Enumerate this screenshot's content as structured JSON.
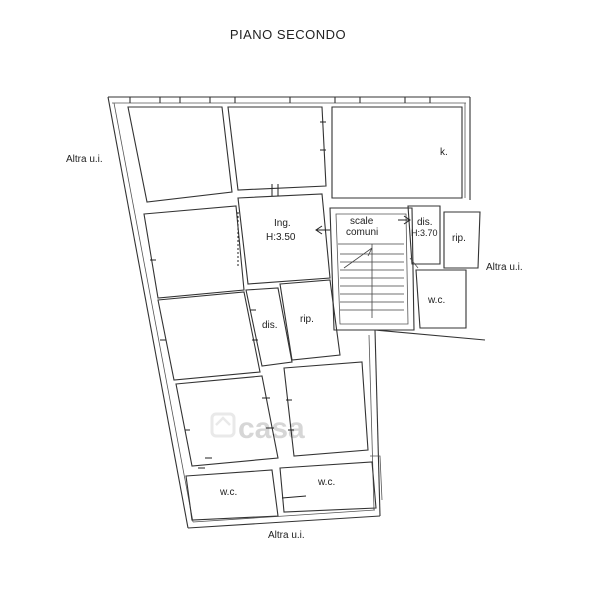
{
  "title": "PIANO SECONDO",
  "labels": {
    "altra_left": "Altra u.i.",
    "altra_right": "Altra u.i.",
    "altra_bottom": "Altra u.i.",
    "kitchen": "k.",
    "ingresso": "Ing.",
    "ingresso_height": "H:3.50",
    "scale_line1": "scale",
    "scale_line2": "comuni",
    "dis_right": "dis.",
    "dis_right_height": "H:3.70",
    "rip_right": "rip.",
    "wc_right": "w.c.",
    "dis_center": "dis.",
    "rip_center": "rip.",
    "wc_bottom_left": "w.c.",
    "wc_bottom_right": "w.c."
  },
  "watermark": "casa"
}
